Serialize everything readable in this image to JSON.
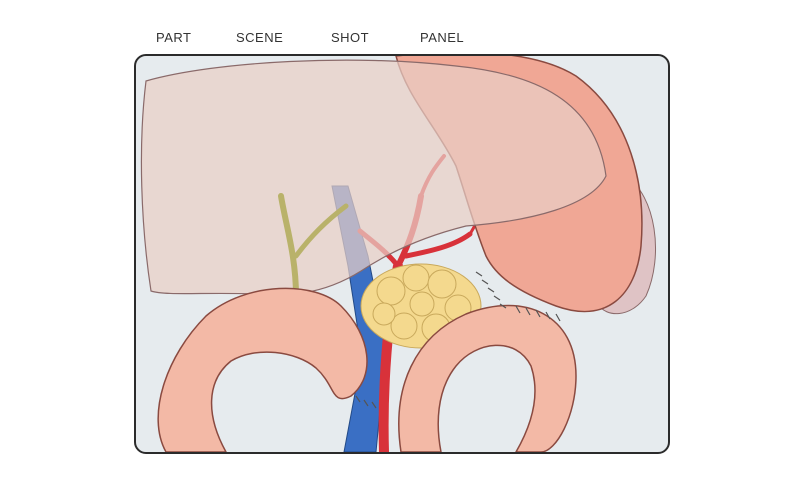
{
  "header": {
    "labels": [
      "PART",
      "SCENE",
      "SHOT",
      "PANEL"
    ]
  },
  "colors": {
    "frame_border": "#2b2b2b",
    "panel_bg": "#e6ebee",
    "liver": "#e9cfc6",
    "stomach": "#f0a795",
    "bowel": "#f3b9a6",
    "pancreas_fat": "#f4d98e",
    "artery": "#d8323a",
    "vein": "#3a6fc4",
    "bile_duct": "#b9b26a"
  }
}
